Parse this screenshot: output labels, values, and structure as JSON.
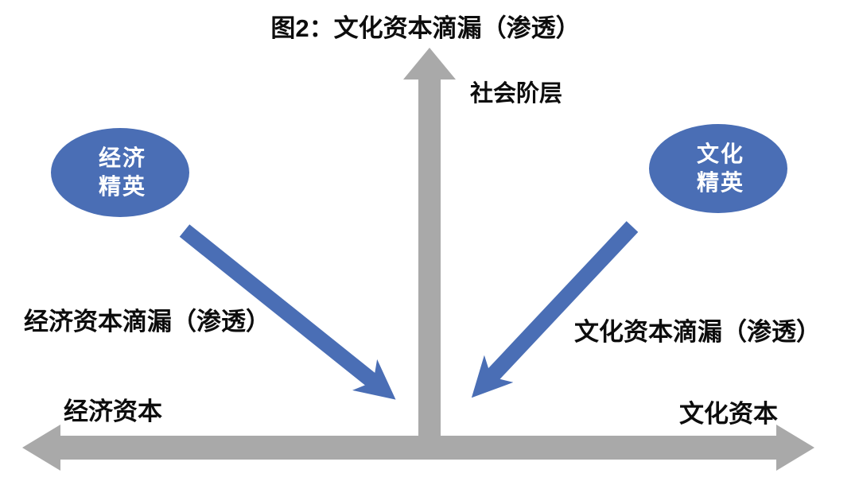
{
  "figure": {
    "title": "图2：文化资本滴漏（渗透）",
    "vertical_axis_label": "社会阶层",
    "bottom_left_axis_label": "经济资本",
    "bottom_right_axis_label": "文化资本",
    "left_node": {
      "line1": "经济",
      "line2": "精英"
    },
    "right_node": {
      "line1": "文化",
      "line2": "精英"
    },
    "left_flow_label": "经济资本滴漏（渗透）",
    "right_flow_label": "文化资本滴漏（渗透）",
    "colors": {
      "node_fill": "#4a6eb5",
      "arrow_blue": "#4a6eb5",
      "axis_gray": "#a9a9a9",
      "text_black": "#0d0d0d",
      "node_text": "#ffffff",
      "background": "#ffffff"
    }
  }
}
